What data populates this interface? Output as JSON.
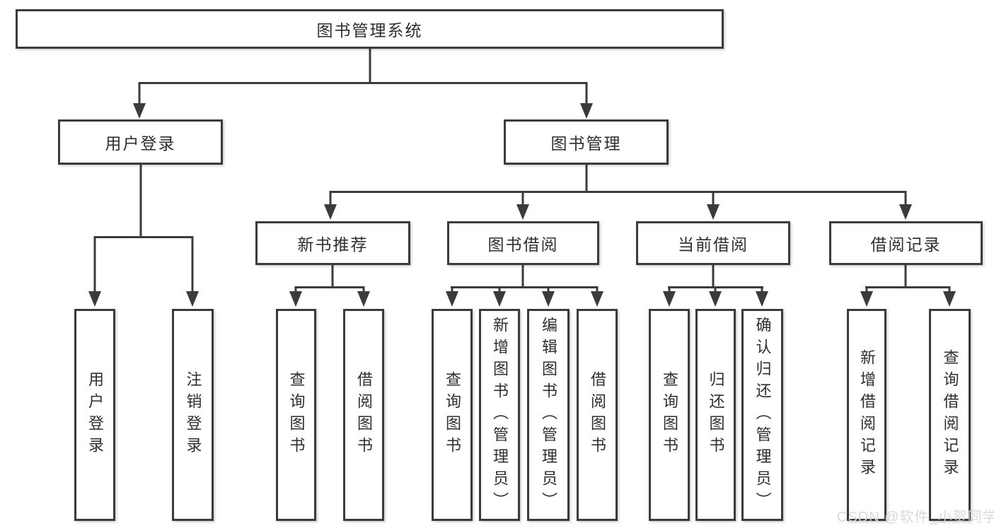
{
  "diagram": {
    "root_label": "图书管理系统",
    "level2": {
      "login": "用户登录",
      "management": "图书管理"
    },
    "level3": [
      "新书推荐",
      "图书借阅",
      "当前借阅",
      "借阅记录"
    ],
    "leaves": {
      "login": [
        "用户登录",
        "注销登录"
      ],
      "recommend": [
        "查询图书",
        "借阅图书"
      ],
      "borrow": [
        "查询图书",
        "新增图书（管理员）",
        "编辑图书（管理员）",
        "借阅图书"
      ],
      "current": [
        "查询图书",
        "归还图书",
        "确认归还（管理员）"
      ],
      "records": [
        "新增借阅记录",
        "查询借阅记录"
      ]
    },
    "colors": {
      "line": "#3b3b3b",
      "box_background": "#ffffff",
      "text": "#2f2f31",
      "watermark": "#d7d7df"
    },
    "watermark": "CSDN @软件_小贺同学"
  }
}
